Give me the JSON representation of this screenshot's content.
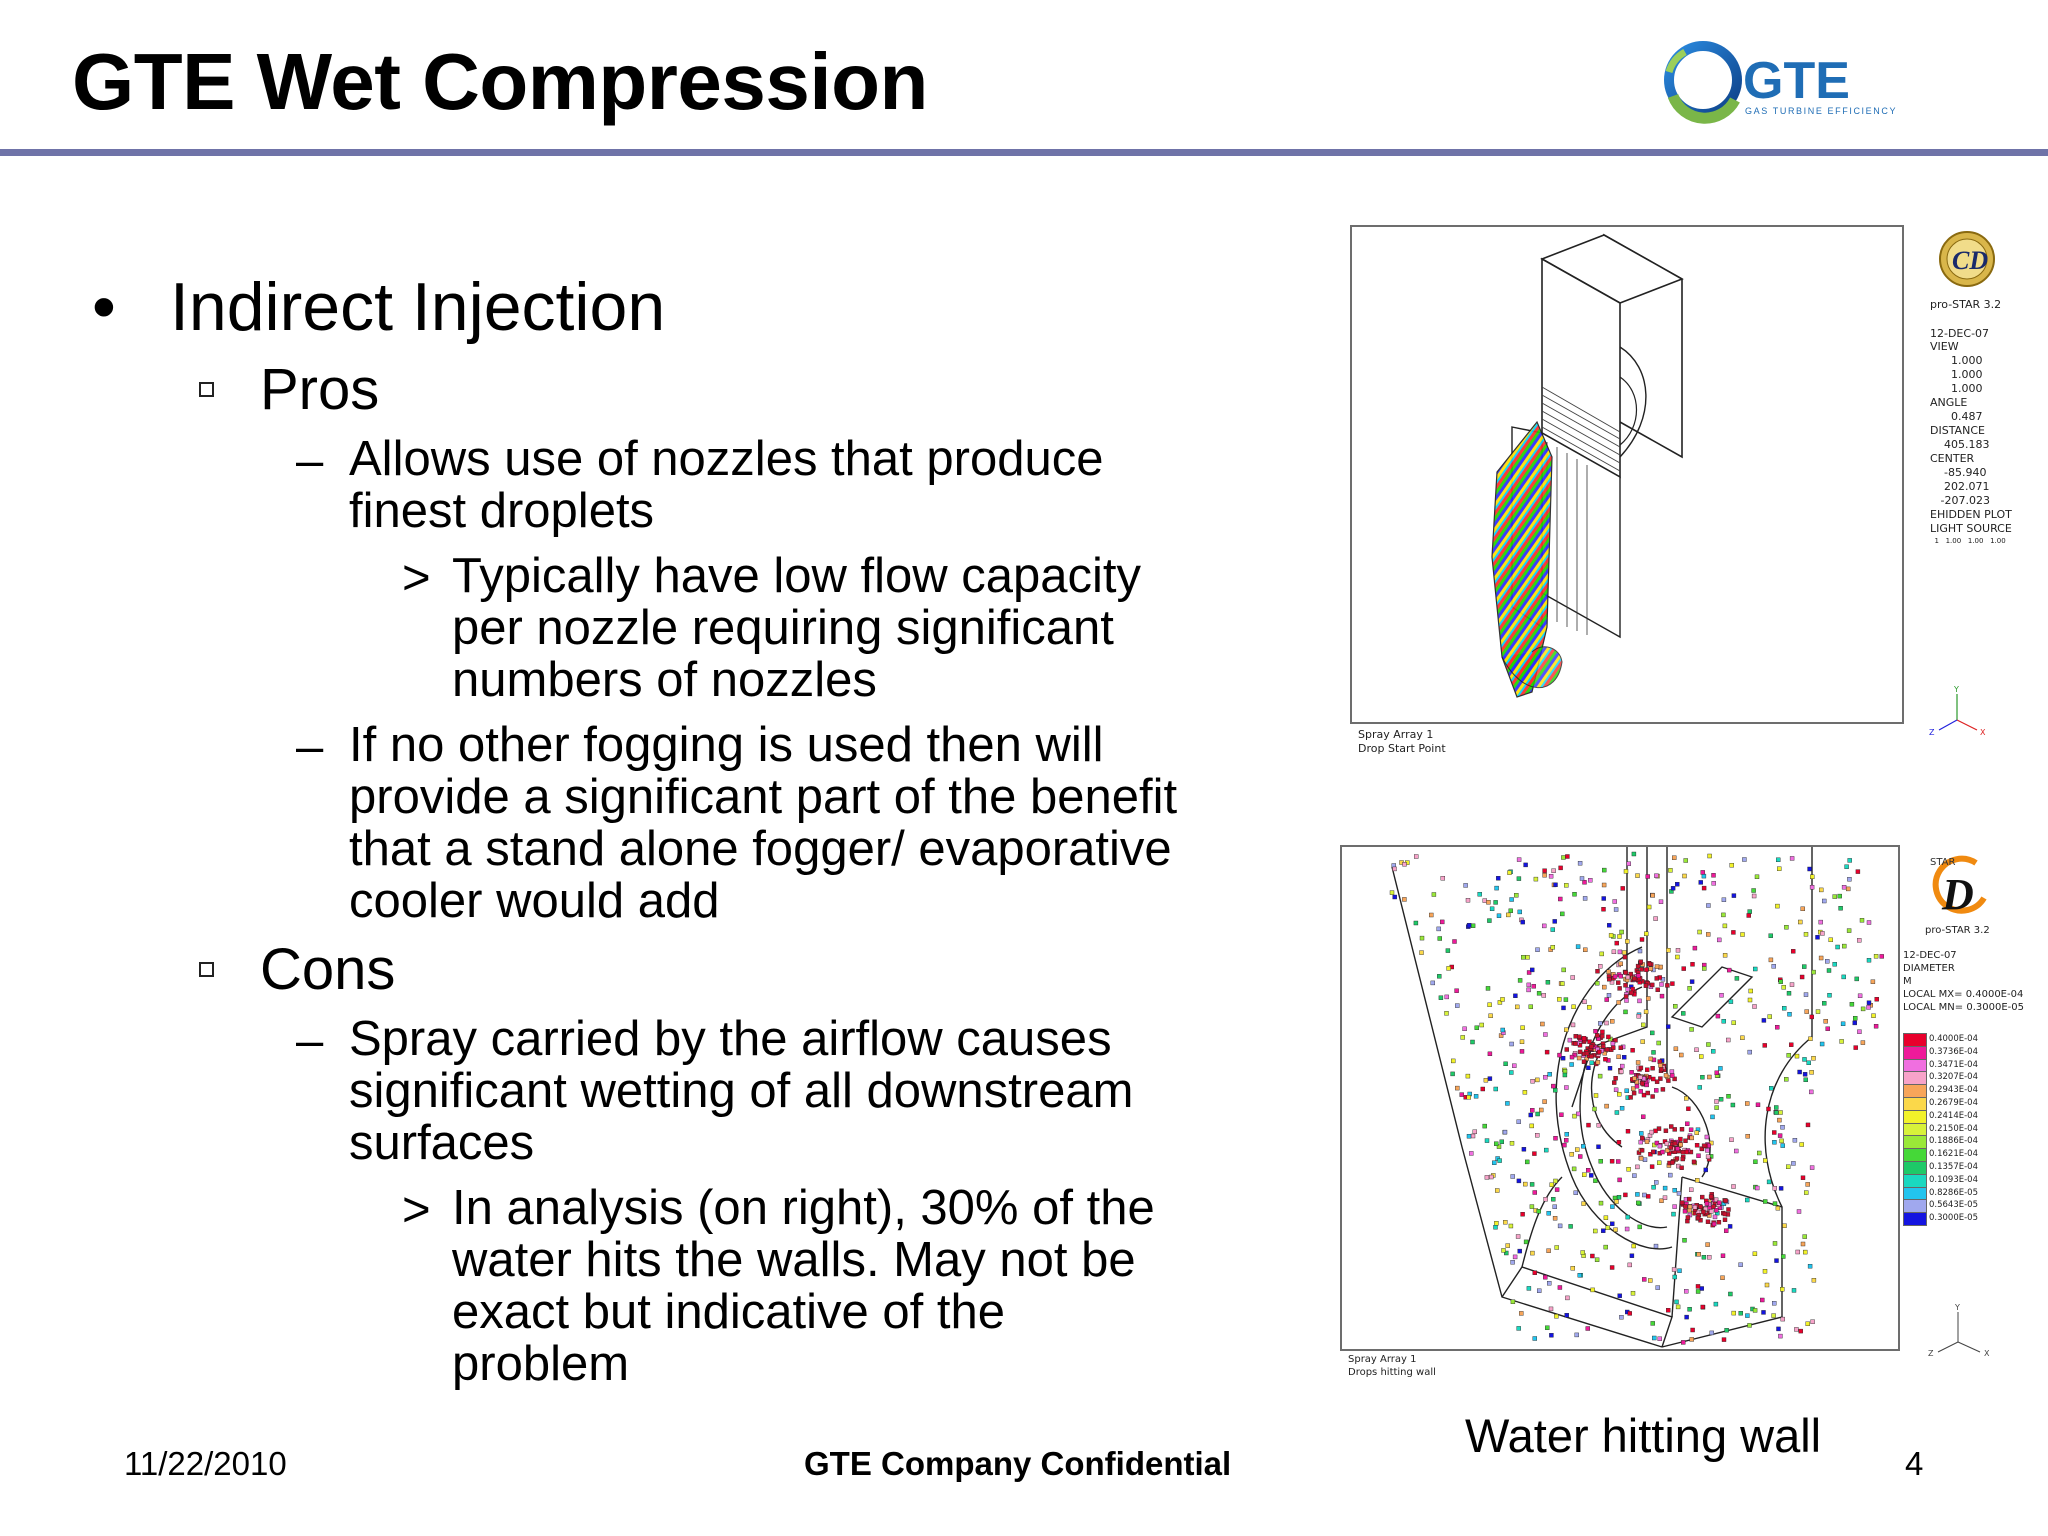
{
  "slide": {
    "title": "GTE Wet Compression",
    "logo": {
      "name": "GTE",
      "tagline": "GAS TURBINE EFFICIENCY",
      "color_main": "#1f6db5",
      "color_accent": "#7ab648"
    }
  },
  "bullets": {
    "l1": {
      "marker": "•",
      "text": "Indirect Injection"
    },
    "pros": {
      "text": "Pros"
    },
    "pros_1": {
      "marker": "–",
      "lines": [
        "Allows use of nozzles that produce",
        "finest droplets"
      ]
    },
    "pros_1_sub": {
      "marker": ">",
      "lines": [
        "Typically have low flow capacity",
        "per nozzle requiring significant",
        "numbers of nozzles"
      ]
    },
    "pros_2": {
      "marker": "–",
      "lines": [
        "If no other fogging is used then will",
        "provide a significant part of the benefit",
        "that a stand alone fogger/ evaporative",
        "cooler would add"
      ]
    },
    "cons": {
      "text": "Cons"
    },
    "cons_1": {
      "marker": "–",
      "lines": [
        "Spray carried by the airflow causes",
        "significant wetting of all downstream",
        "surfaces"
      ]
    },
    "cons_1_sub": {
      "marker": ">",
      "lines": [
        "In analysis (on right), 30% of the",
        "water hits the walls. May not be",
        "exact but indicative of the",
        "problem"
      ]
    }
  },
  "figure_top": {
    "caption_lines": [
      "Spray Array 1",
      "Drop Start Point"
    ],
    "side_info": {
      "product": "pro-STAR 3.2",
      "date": "12-DEC-07",
      "lines": [
        "VIEW",
        "      1.000",
        "      1.000",
        "      1.000",
        "ANGLE",
        "      0.487",
        "DISTANCE",
        "    405.183",
        "CENTER",
        "    -85.940",
        "    202.071",
        "   -207.023",
        "EHIDDEN PLOT",
        "LIGHT SOURCE",
        "  1   1.00   1.00   1.00"
      ]
    },
    "axes": {
      "y": "Y",
      "z": "Z",
      "x": "X"
    }
  },
  "figure_bottom": {
    "caption_lines": [
      "Spray Array 1",
      "Drops hitting wall"
    ],
    "side_info": {
      "brand": "STAR",
      "product": "pro-STAR 3.2",
      "lines": [
        "12-DEC-07",
        "DIAMETER",
        "M",
        "LOCAL MX= 0.4000E-04",
        "LOCAL MN= 0.3000E-05"
      ]
    },
    "legend": [
      {
        "label": "0.4000E-04",
        "color": "#e8002c"
      },
      {
        "label": "0.3736E-04",
        "color": "#ee1a9a"
      },
      {
        "label": "0.3471E-04",
        "color": "#f06fe0"
      },
      {
        "label": "0.3207E-04",
        "color": "#f7a3c9"
      },
      {
        "label": "0.2943E-04",
        "color": "#f7a55a"
      },
      {
        "label": "0.2679E-04",
        "color": "#fbd84a"
      },
      {
        "label": "0.2414E-04",
        "color": "#f2f22a"
      },
      {
        "label": "0.2150E-04",
        "color": "#d8f23a"
      },
      {
        "label": "0.1886E-04",
        "color": "#9ae838"
      },
      {
        "label": "0.1621E-04",
        "color": "#45d838"
      },
      {
        "label": "0.1357E-04",
        "color": "#1ec968"
      },
      {
        "label": "0.1093E-04",
        "color": "#1ad8c0"
      },
      {
        "label": "0.8286E-05",
        "color": "#22c4ee"
      },
      {
        "label": "0.5643E-05",
        "color": "#a0a8ee"
      },
      {
        "label": "0.3000E-05",
        "color": "#1414e0"
      }
    ],
    "axes": {
      "y": "Y",
      "z": "Z",
      "x": "X"
    }
  },
  "figure_caption": "Water hitting wall",
  "footer": {
    "date": "11/22/2010",
    "confidential": "GTE Company Confidential",
    "page": "4"
  }
}
